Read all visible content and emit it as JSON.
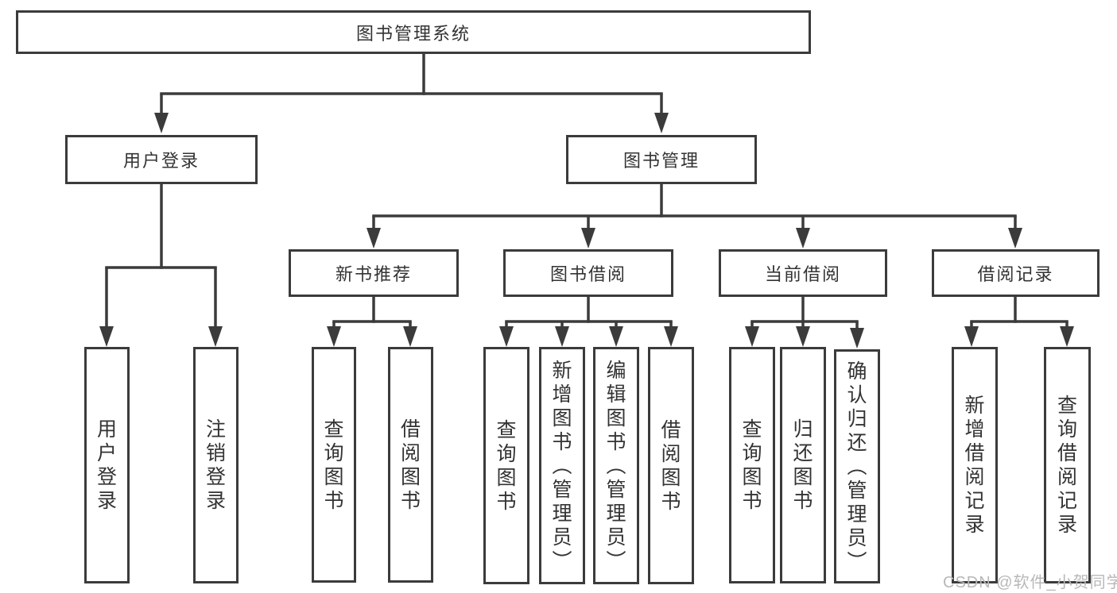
{
  "diagram": {
    "tree": {
      "id": "root",
      "label": "图书管理系统",
      "children": [
        {
          "id": "user-login-group",
          "label": "用户登录",
          "children": [
            {
              "id": "user-login",
              "label": "用户登录"
            },
            {
              "id": "logout",
              "label": "注销登录"
            }
          ]
        },
        {
          "id": "book-mgmt",
          "label": "图书管理",
          "children": [
            {
              "id": "new-book-rec",
              "label": "新书推荐",
              "children": [
                {
                  "id": "nb-query-book",
                  "label": "查询图书"
                },
                {
                  "id": "nb-borrow-book",
                  "label": "借阅图书"
                }
              ]
            },
            {
              "id": "book-borrow",
              "label": "图书借阅",
              "children": [
                {
                  "id": "bb-query-book",
                  "label": "查询图书"
                },
                {
                  "id": "bb-add-book",
                  "label": "新增图书（管理员）"
                },
                {
                  "id": "bb-edit-book",
                  "label": "编辑图书（管理员）"
                },
                {
                  "id": "bb-borrow-book",
                  "label": "借阅图书"
                }
              ]
            },
            {
              "id": "current-borrow",
              "label": "当前借阅",
              "children": [
                {
                  "id": "cb-query-book",
                  "label": "查询图书"
                },
                {
                  "id": "cb-return-book",
                  "label": "归还图书"
                },
                {
                  "id": "cb-confirm-return",
                  "label": "确认归还（管理员）"
                }
              ]
            },
            {
              "id": "borrow-records",
              "label": "借阅记录",
              "children": [
                {
                  "id": "br-add-record",
                  "label": "新增借阅记录"
                },
                {
                  "id": "br-query-record",
                  "label": "查询借阅记录"
                }
              ]
            }
          ]
        }
      ]
    },
    "watermark": "CSDN @软件_小贺同学",
    "colors": {
      "line": "#3b3b3b",
      "text": "#333333",
      "watermark": "#b8b8b8",
      "background": "#ffffff"
    }
  }
}
